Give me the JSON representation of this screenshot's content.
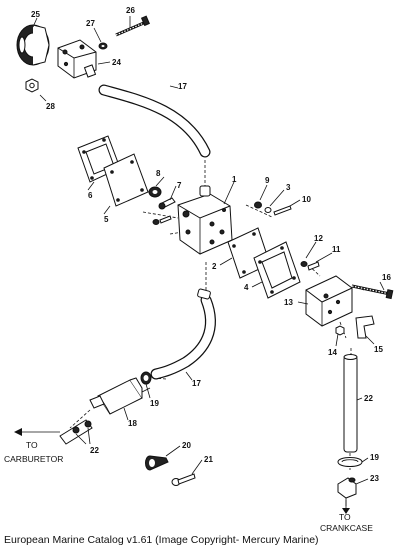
{
  "callouts": {
    "c1": "1",
    "c2": "2",
    "c3": "3",
    "c4": "4",
    "c5": "5",
    "c6": "6",
    "c7": "7",
    "c8": "8",
    "c9": "9",
    "c10": "10",
    "c11": "11",
    "c12": "12",
    "c13": "13",
    "c14": "14",
    "c15": "15",
    "c16": "16",
    "c17a": "17",
    "c17b": "17",
    "c18": "18",
    "c19a": "19",
    "c19b": "19",
    "c20": "20",
    "c21": "21",
    "c22a": "22",
    "c22b": "22",
    "c23": "23",
    "c24": "24",
    "c25": "25",
    "c26": "26",
    "c27": "27",
    "c28": "28"
  },
  "labels": {
    "to_carb_line1": "TO",
    "to_carb_line2": "CARBURETOR",
    "to_crank_line1": "TO",
    "to_crank_line2": "CRANKCASE"
  },
  "caption": "European Marine Catalog v1.61 (Image Copyright- Mercury Marine)"
}
